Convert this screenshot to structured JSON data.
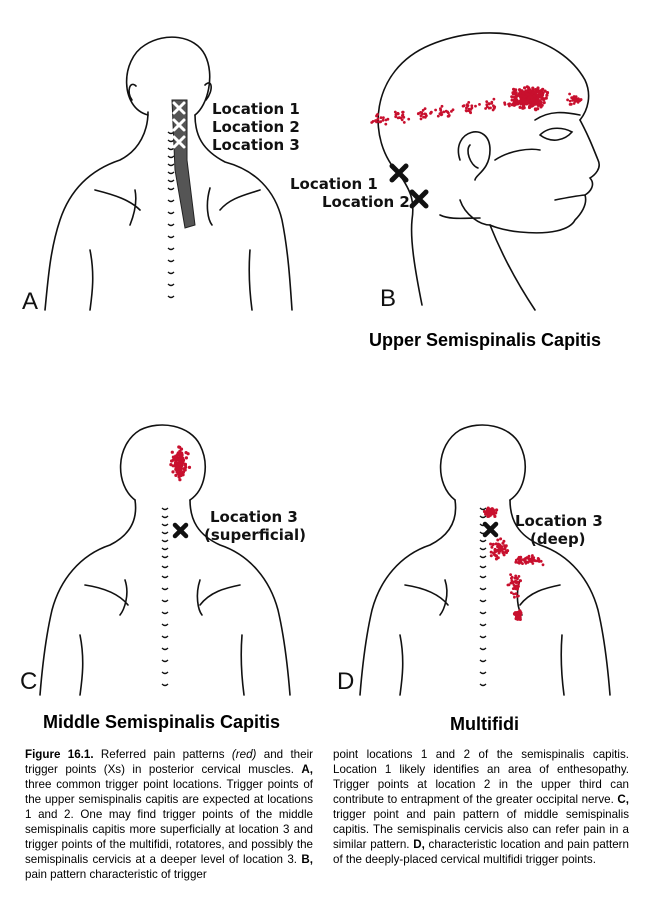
{
  "colors": {
    "pain": "#c8102e",
    "ink": "#111111",
    "tissue": "#555555"
  },
  "panels": {
    "A": {
      "letter": "A",
      "labels": [
        "Location 1",
        "Location 2",
        "Location 3"
      ]
    },
    "B": {
      "letter": "B",
      "labels": [
        "Location 1",
        "Location 2"
      ],
      "title": "Upper Semispinalis Capitis"
    },
    "C": {
      "letter": "C",
      "labels": [
        "Location 3",
        "(superficial)"
      ],
      "title": "Middle Semispinalis Capitis"
    },
    "D": {
      "letter": "D",
      "labels": [
        "Location 3",
        "(deep)"
      ],
      "title": "Multifidi"
    }
  },
  "caption": {
    "figure_label": "Figure 16.1.",
    "left": [
      {
        "t": " Referred pain patterns "
      },
      {
        "i": "(red)"
      },
      {
        "t": " and their trigger points (Xs) in posterior cervical muscles. "
      },
      {
        "b": "A,"
      },
      {
        "t": " three common trigger point locations. Trigger points of the upper semispinalis capitis are expected at locations 1 and 2. One may find trigger points of the middle semispinalis capitis more superficially at location 3 and trigger points of the multifidi, rotatores, and possibly the semispinalis cervicis at a deeper level of location 3. "
      },
      {
        "b": "B,"
      },
      {
        "t": " pain pattern characteristic of trigger"
      }
    ],
    "right": [
      {
        "t": "point locations 1 and 2 of the semispinalis capitis. Location 1 likely identifies an area of enthesopathy. Trigger points at location 2 in the upper third can contribute to entrapment of the greater occipital nerve. "
      },
      {
        "b": "C,"
      },
      {
        "t": " trigger point and pain pattern of middle semispinalis capitis. The semispinalis cervicis also can refer pain in a similar pattern. "
      },
      {
        "b": "D,"
      },
      {
        "t": " characteristic location and pain pattern of the deeply-placed cervical multifidi trigger points."
      }
    ]
  }
}
